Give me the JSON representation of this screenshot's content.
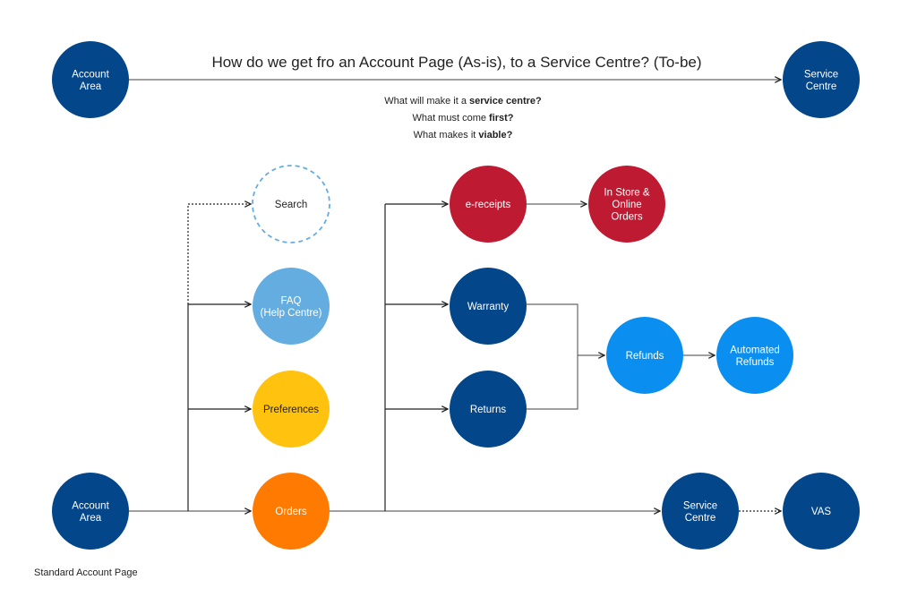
{
  "title": "How do we get fro an Account Page (As-is), to a Service Centre? (To-be)",
  "questions": [
    {
      "pre": "What will make it a ",
      "bold": "service centre?"
    },
    {
      "pre": "What must come ",
      "bold": "first?"
    },
    {
      "pre": "What makes it ",
      "bold": "viable?"
    }
  ],
  "footer": "Standard Account Page",
  "colors": {
    "navy": "#03468A",
    "red": "#BE1A32",
    "lightblue": "#64ADE0",
    "yellow": "#FFC20E",
    "orange": "#FF7A00",
    "blue": "#0A8FF0",
    "dashed": "#64ADE0"
  },
  "nodes": {
    "account_top": [
      "Account",
      "Area"
    ],
    "service_top": [
      "Service",
      "Centre"
    ],
    "search": [
      "Search"
    ],
    "faq": [
      "FAQ",
      "(Help Centre)"
    ],
    "preferences": [
      "Preferences"
    ],
    "orders": [
      "Orders"
    ],
    "account_bottom": [
      "Account",
      "Area"
    ],
    "ereceipts": [
      "e-receipts"
    ],
    "instore": [
      "In Store &",
      "Online",
      "Orders"
    ],
    "warranty": [
      "Warranty"
    ],
    "returns": [
      "Returns"
    ],
    "refunds": [
      "Refunds"
    ],
    "automated": [
      "Automated",
      "Refunds"
    ],
    "service_bottom": [
      "Service",
      "Centre"
    ],
    "vas": [
      "VAS"
    ]
  }
}
